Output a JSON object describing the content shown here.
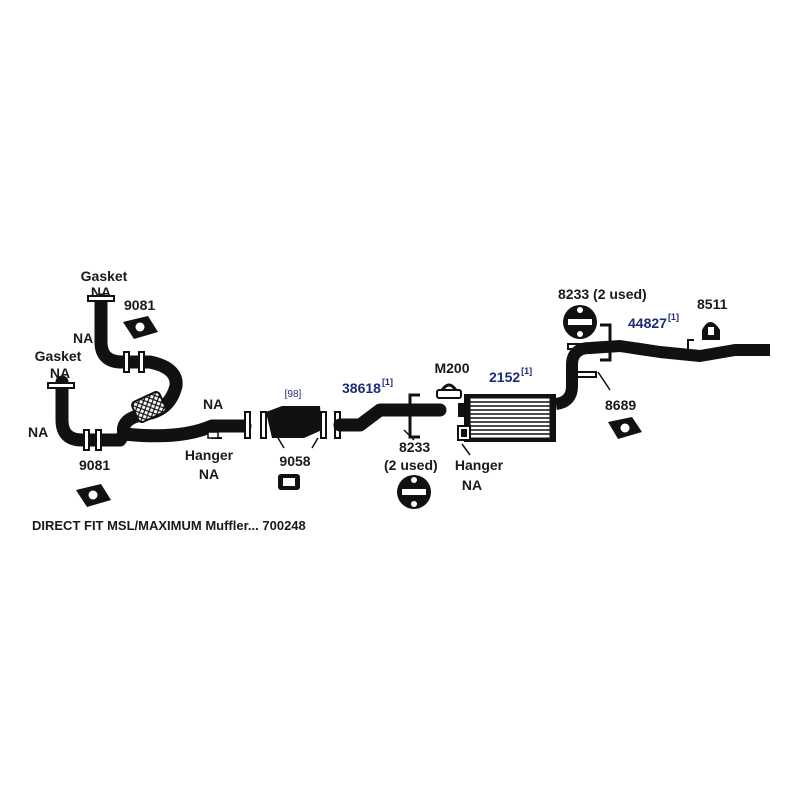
{
  "labels": {
    "gasket_upper": "Gasket",
    "gasket_upper_na": "NA",
    "part_9081_top": "9081",
    "na_left_pipe": "NA",
    "gasket_lower": "Gasket",
    "gasket_lower_na": "NA",
    "na_far_left": "NA",
    "part_9081_bottom": "9081",
    "na_mid": "NA",
    "hanger_left": "Hanger",
    "hanger_left_na": "NA",
    "part_9058": "9058",
    "converter_ref": "[98]",
    "part_38618": "38618",
    "part_38618_ref": "[1]",
    "part_m200": "M200",
    "part_2152": "2152",
    "part_2152_ref": "[1]",
    "part_8233_lower": "8233",
    "part_8233_lower_qty": "(2 used)",
    "hanger_right": "Hanger",
    "hanger_right_na": "NA",
    "part_8233_upper": "8233 (2 used)",
    "part_8511": "8511",
    "part_44827": "44827",
    "part_44827_ref": "[1]",
    "part_8689": "8689"
  },
  "caption": "DIRECT FIT MSL/MAXIMUM Muffler... 700248",
  "colors": {
    "pipe": "#111111",
    "part_number": "#1c2a7a",
    "text": "#1a1a1a"
  }
}
